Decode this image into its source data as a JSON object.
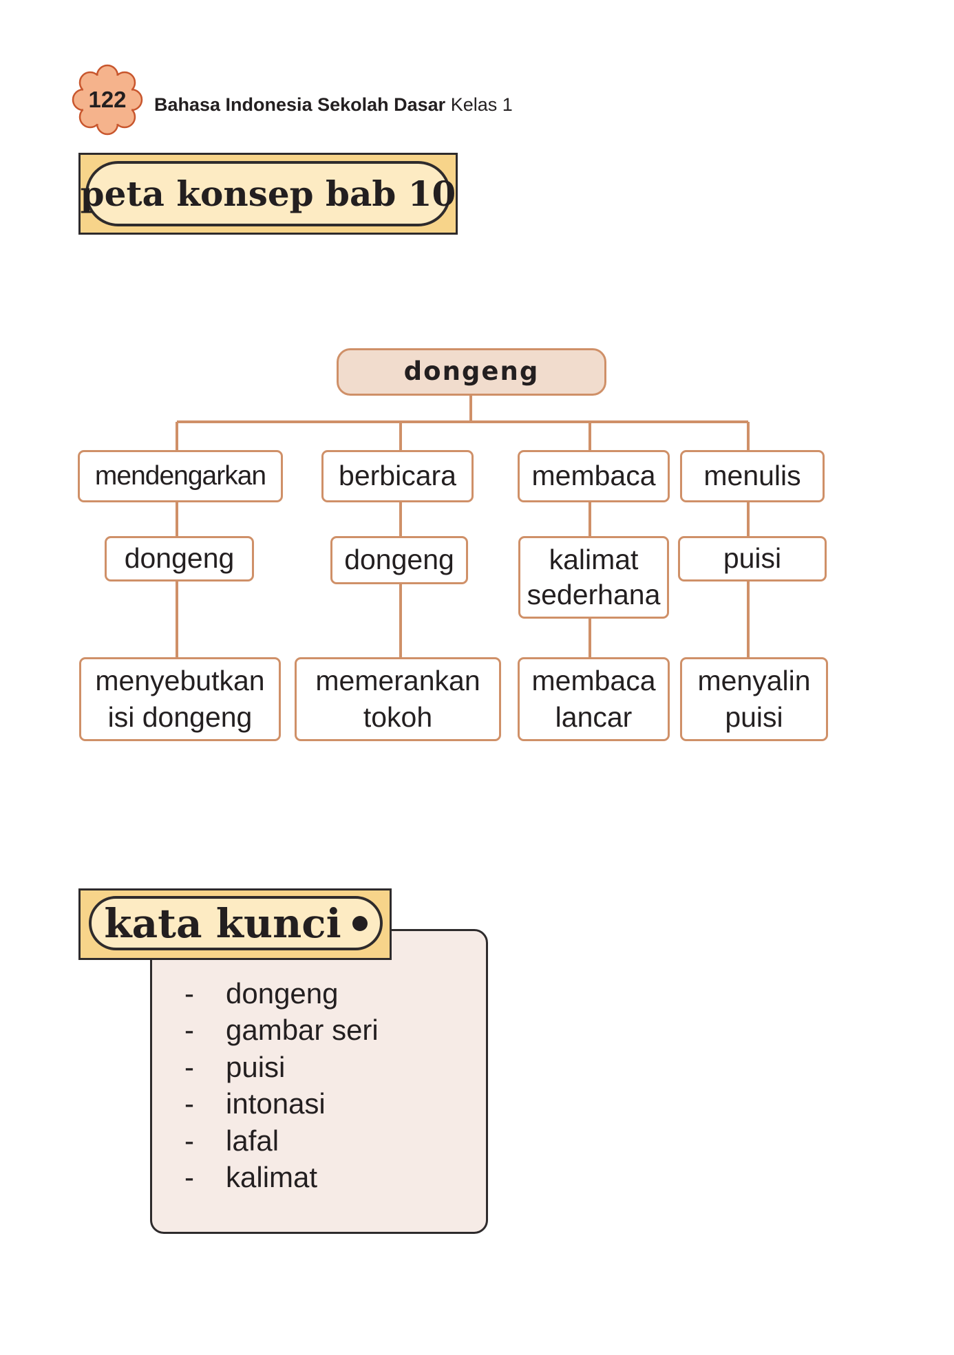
{
  "header": {
    "page_number": "122",
    "book_title": "Bahasa Indonesia Sekolah Dasar",
    "book_grade": "Kelas 1",
    "badge_color": "#f5b38c"
  },
  "peta_konsep": {
    "title": "peta konsep bab 10",
    "root": "dongeng",
    "columns": [
      {
        "skill": "mendengarkan",
        "topic": "dongeng",
        "activity": "menyebutkan\nisi dongeng"
      },
      {
        "skill": "berbicara",
        "topic": "dongeng",
        "activity": "memerankan\ntokoh"
      },
      {
        "skill": "membaca",
        "topic": "kalimat\nsederhana",
        "activity": "membaca\nlancar"
      },
      {
        "skill": "menulis",
        "topic": "puisi",
        "activity": "menyalin\npuisi"
      }
    ]
  },
  "kata_kunci": {
    "title": "kata kunci",
    "bullet": "-",
    "items": [
      "dongeng",
      "gambar seri",
      "puisi",
      "intonasi",
      "lafal",
      "kalimat"
    ]
  },
  "colors": {
    "title_box": "#f7d48a",
    "title_pill": "#fdebc3",
    "node_border": "#cf9068",
    "root_fill": "#f1dccd",
    "panel_fill": "#f6ebe6"
  }
}
